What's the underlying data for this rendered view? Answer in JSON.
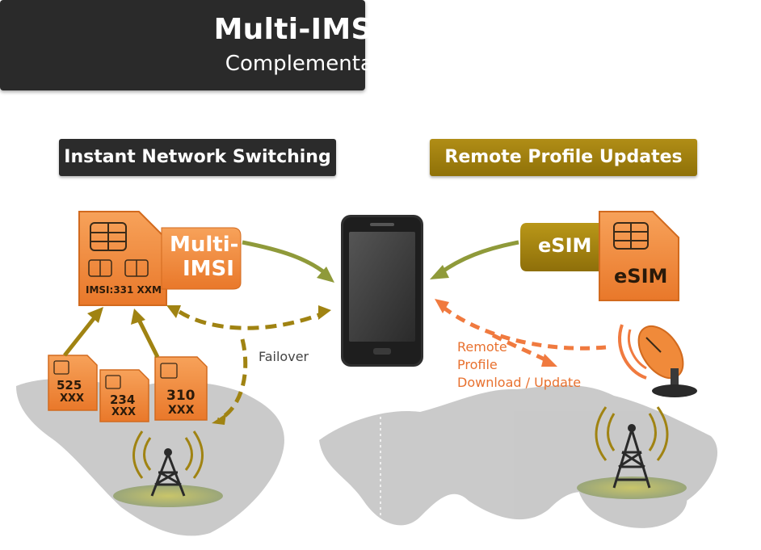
{
  "title": {
    "line1": "Multi-IMSI and eSIM",
    "line2": "Complementary Technologies"
  },
  "banners": {
    "left": "Instant Network Switching",
    "right": "Remote Profile Updates"
  },
  "multi_imsi": {
    "card_label_line1": "Multi-",
    "card_label_line2": "IMSI",
    "sim_text": "IMSI:331 XXM",
    "small_sims": [
      {
        "top": "525",
        "bottom": "XXX"
      },
      {
        "top": "234",
        "bottom": "XXX"
      },
      {
        "top": "310",
        "bottom": "XXX"
      }
    ],
    "failover_label": "Failover"
  },
  "esim": {
    "tag_label": "eSIM",
    "card_label": "eSIM",
    "download_label_lines": [
      "Remote",
      "Profile",
      "Download / Update"
    ]
  },
  "colors": {
    "orange": "#f08a3a",
    "olive": "#a08312",
    "dark": "#2a2a2a",
    "arrow_green": "#8f9a3a",
    "remote_orange": "#f07a3f"
  }
}
